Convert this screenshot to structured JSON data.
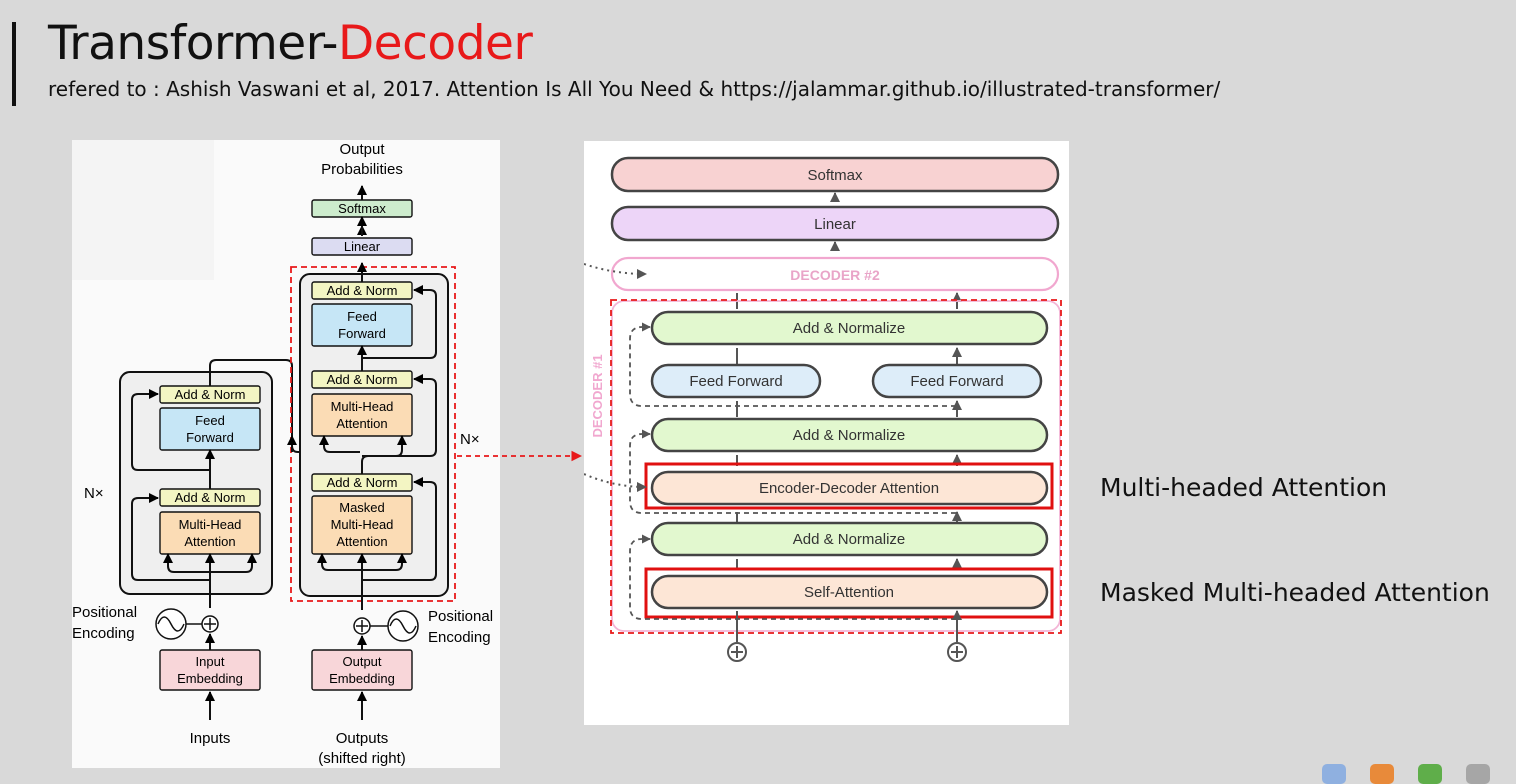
{
  "title": {
    "main": "Transformer-",
    "accent": "Decoder"
  },
  "subtitle": "refered to : Ashish Vaswani et al, 2017. Attention Is All You Need & https://jalammar.github.io/illustrated-transformer/",
  "left_diagram": {
    "encoder": {
      "add_norm_top": "Add & Norm",
      "feed_forward": [
        "Feed",
        "Forward"
      ],
      "add_norm_bottom": "Add & Norm",
      "attention": [
        "Multi-Head",
        "Attention"
      ],
      "nx": "N×"
    },
    "decoder": {
      "add_norm_top": "Add & Norm",
      "feed_forward": [
        "Feed",
        "Forward"
      ],
      "add_norm_mid": "Add & Norm",
      "attention": [
        "Multi-Head",
        "Attention"
      ],
      "add_norm_bottom": "Add & Norm",
      "masked_attention": [
        "Masked",
        "Multi-Head",
        "Attention"
      ],
      "nx": "N×"
    },
    "linear": "Linear",
    "softmax": "Softmax",
    "output_probabilities": [
      "Output",
      "Probabilities"
    ],
    "input_embedding": [
      "Input",
      "Embedding"
    ],
    "output_embedding": [
      "Output",
      "Embedding"
    ],
    "positional_encoding_left": [
      "Positional",
      "Encoding"
    ],
    "positional_encoding_right": [
      "Positional",
      "Encoding"
    ],
    "inputs": "Inputs",
    "outputs": [
      "Outputs",
      "(shifted right)"
    ]
  },
  "right_diagram": {
    "softmax": "Softmax",
    "linear": "Linear",
    "decoder2": "DECODER #2",
    "decoder1": "DECODER #1",
    "add_normalize_top": "Add & Normalize",
    "feed_forward_1": "Feed Forward",
    "feed_forward_2": "Feed Forward",
    "add_normalize_mid": "Add & Normalize",
    "enc_dec_attention": "Encoder-Decoder Attention",
    "add_normalize_bottom": "Add & Normalize",
    "self_attention": "Self-Attention"
  },
  "annotations": {
    "multi_headed": "Multi-headed Attention",
    "masked_multi_headed": "Masked Multi-headed Attention"
  },
  "colors": {
    "accent_red": "#e8191a",
    "add_norm_yellow": "#f3f5c3",
    "feed_forward_blue": "#c6e6f6",
    "attention_orange": "#fbdcb5",
    "embedding_pink": "#f8d6d9",
    "linear_lavender": "#dcdcf2",
    "softmax_green": "#cdeccd",
    "rd_softmax": "#f8d2d2",
    "rd_linear": "#edd5f8",
    "rd_addnorm": "#e2f8cf",
    "rd_ff": "#ddedf9",
    "rd_attention": "#fde6d6",
    "rd_decoder_pink": "#f1a7cf"
  }
}
